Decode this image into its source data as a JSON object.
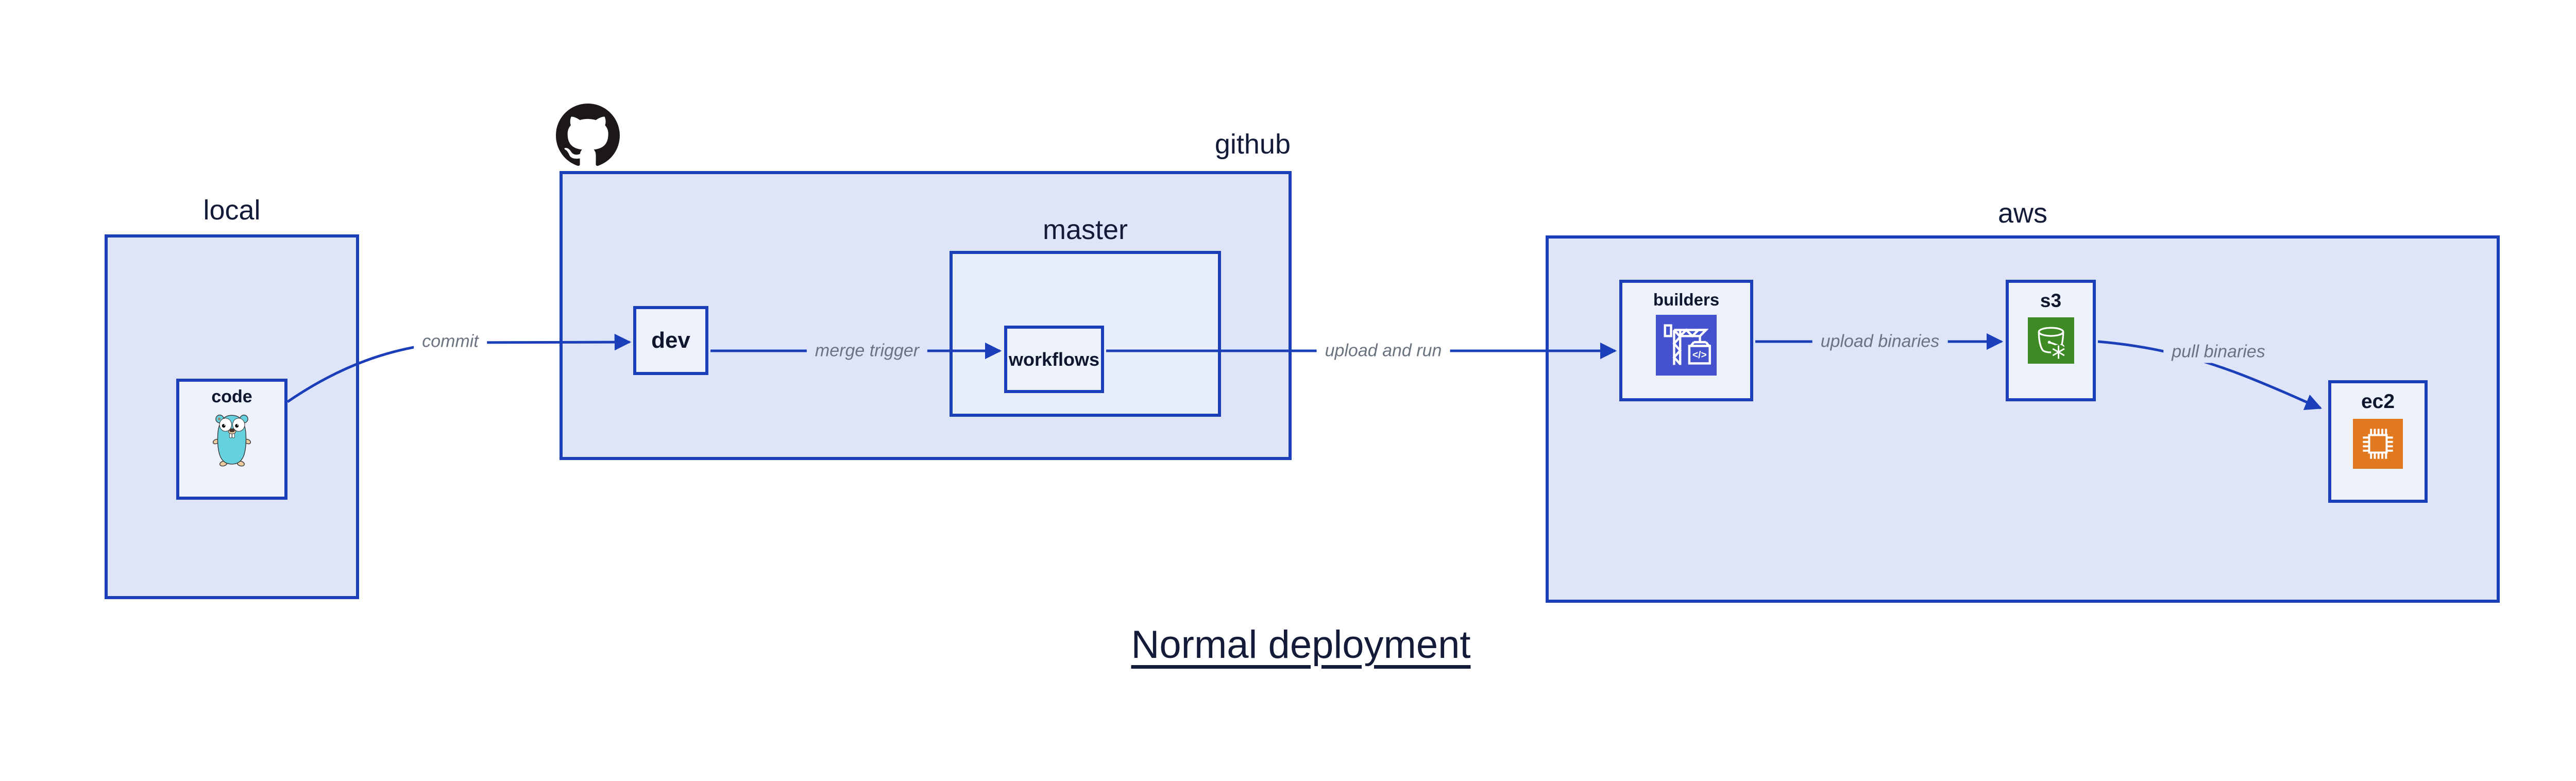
{
  "title": "Normal deployment",
  "groups": {
    "local": {
      "label": "local"
    },
    "github": {
      "label": "github"
    },
    "master": {
      "label": "master"
    },
    "aws": {
      "label": "aws"
    }
  },
  "nodes": {
    "code": {
      "label": "code",
      "icon": "go-gopher-mascot"
    },
    "dev": {
      "label": "dev"
    },
    "workflows": {
      "label": "workflows"
    },
    "builders": {
      "label": "builders",
      "icon": "aws-codebuild-crane",
      "icon_text": "</>"
    },
    "s3": {
      "label": "s3",
      "icon": "aws-s3-glacier-bucket"
    },
    "ec2": {
      "label": "ec2",
      "icon": "aws-ec2-chip"
    }
  },
  "edges": [
    {
      "from": "code",
      "to": "dev",
      "label": "commit"
    },
    {
      "from": "dev",
      "to": "workflows",
      "label": "merge trigger"
    },
    {
      "from": "workflows",
      "to": "builders",
      "label": "upload and run"
    },
    {
      "from": "builders",
      "to": "s3",
      "label": "upload binaries"
    },
    {
      "from": "s3",
      "to": "ec2",
      "label": "pull binaries"
    }
  ],
  "icons": {
    "github_logo": "github-octocat-mark"
  },
  "colors": {
    "border_blue": "#1b3eb9",
    "arrow_blue": "#1b3eb9",
    "group_fill": "#dee5f8",
    "subgroup_fill": "#e9eefb",
    "node_fill": "#eef2fc",
    "edge_label_gray": "#6b7380",
    "heading_navy": "#131b38",
    "codebuild_purple": "#4452cd",
    "glacier_green": "#3e8b25",
    "ec2_orange": "#e0791f",
    "gopher_teal": "#66d1de",
    "octocat_black": "#1b1817"
  }
}
